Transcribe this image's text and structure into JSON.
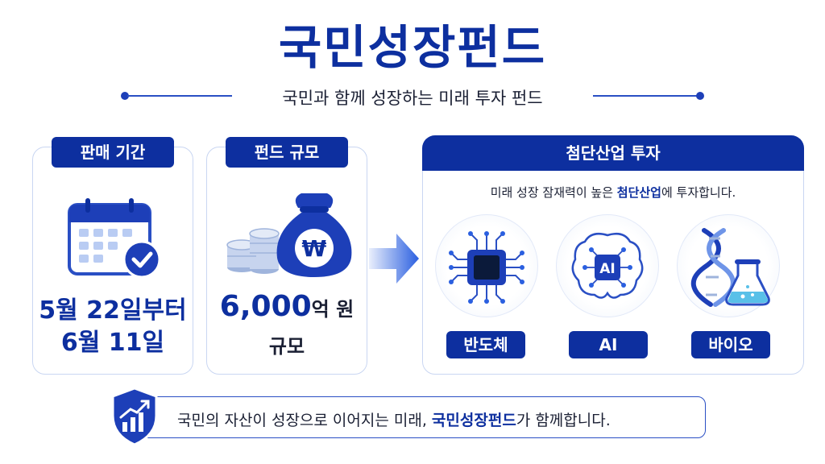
{
  "header": {
    "title": "국민성장펀드",
    "subtitle": "국민과 함께 성장하는 미래 투자 펀드"
  },
  "cards": {
    "sales_period": {
      "label": "판매 기간",
      "line1": "5월 22일부터",
      "line2": "6월 11일"
    },
    "fund_size": {
      "label": "펀드 규모",
      "amount": "6,000",
      "unit": "억 원",
      "scale": "규모",
      "currency_symbol": "₩"
    },
    "investment": {
      "label": "첨단산업 투자",
      "desc_before": "미래 성장 잠재력이 높은 ",
      "desc_highlight": "첨단산업",
      "desc_after": "에 투자합니다.",
      "sectors": [
        {
          "label": "반도체",
          "icon": "chip-icon"
        },
        {
          "label": "AI",
          "icon": "ai-brain-icon",
          "icon_text": "AI"
        },
        {
          "label": "바이오",
          "icon": "dna-flask-icon"
        }
      ]
    }
  },
  "footer": {
    "text_before": "국민의 자산이 성장으로 이어지는 미래, ",
    "highlight": "국민성장펀드",
    "text_after": "가 함께합니다."
  },
  "colors": {
    "primary": "#0d2f9f",
    "accent": "#2a5fe0",
    "light": "#e8effc"
  }
}
